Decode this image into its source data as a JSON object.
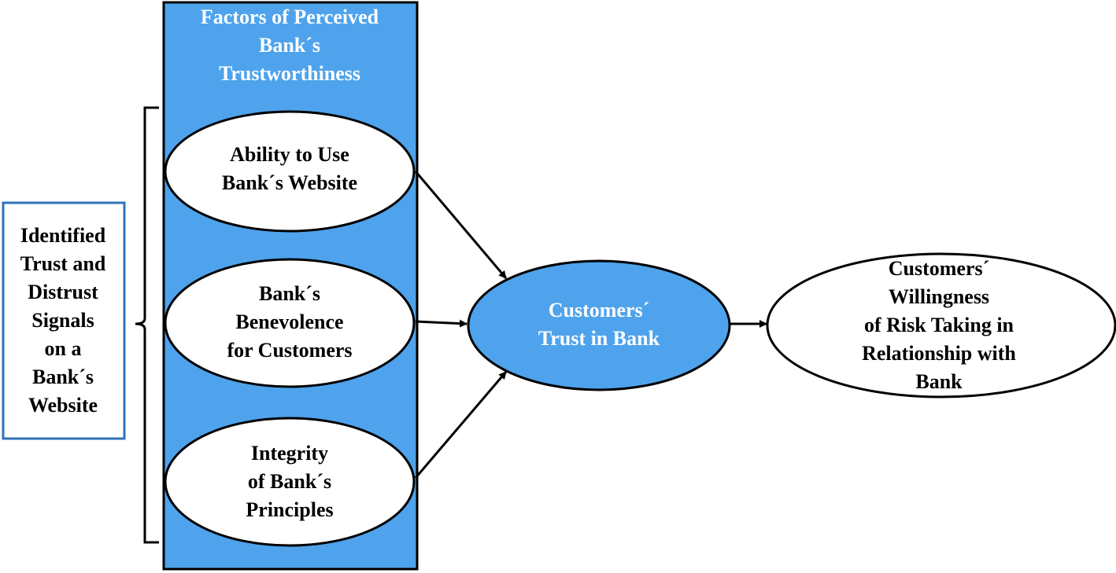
{
  "colors": {
    "factor_panel_fill": "#4ea3ec",
    "outline": "#000000",
    "input_box_border": "#2f73b7",
    "light_text": "#ffffff",
    "ellipse_fill": "#ffffff",
    "trust_ellipse_fill": "#4ea3ec"
  },
  "input_box": {
    "lines": [
      "Identified",
      "Trust and",
      "Distrust",
      "Signals",
      "on a",
      "Bank´s",
      "Website"
    ]
  },
  "factor_panel": {
    "title_lines": [
      "Factors of Perceived",
      "Bank´s",
      "Trustworthiness"
    ],
    "factors": [
      {
        "lines": [
          "Ability to Use",
          "Bank´s Website"
        ]
      },
      {
        "lines": [
          "Bank´s",
          "Benevolence",
          "for Customers"
        ]
      },
      {
        "lines": [
          "Integrity",
          "of Bank´s",
          "Principles"
        ]
      }
    ]
  },
  "trust_node": {
    "lines": [
      "Customers´",
      "Trust in Bank"
    ]
  },
  "outcome_node": {
    "lines": [
      "Customers´",
      "Willingness",
      "of Risk Taking in",
      "Relationship with",
      "Bank"
    ]
  }
}
